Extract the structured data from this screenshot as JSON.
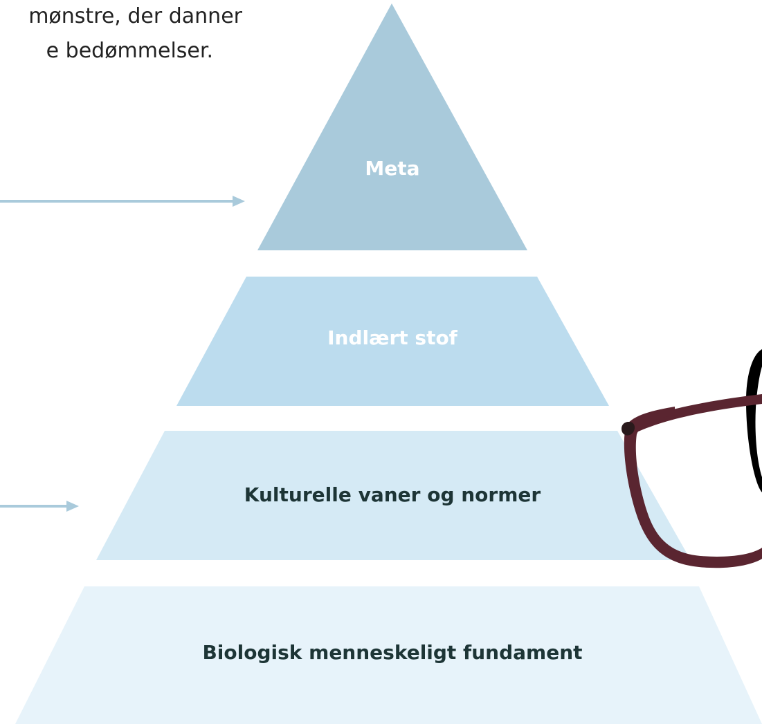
{
  "intro_text": {
    "line1": "mønstre, der danner",
    "line2": "e bedømmelser."
  },
  "pyramid": {
    "layers": [
      {
        "label": "Meta",
        "fill": "#a9cadb",
        "text_color": "#ffffff"
      },
      {
        "label": "Indlært stof",
        "fill": "#bcdcee",
        "text_color": "#ffffff"
      },
      {
        "label": "Kulturelle vaner og normer",
        "fill": "#d5eaf5",
        "text_color": "#1d3536"
      },
      {
        "label": "Biologisk menneskeligt fundament",
        "fill": "#e7f3fa",
        "text_color": "#1d3536"
      }
    ]
  },
  "arrows": {
    "color": "#a9cadb",
    "count": 2
  },
  "decoration": {
    "icon": "eyeglasses-icon",
    "frame_color": "#5a2530"
  }
}
